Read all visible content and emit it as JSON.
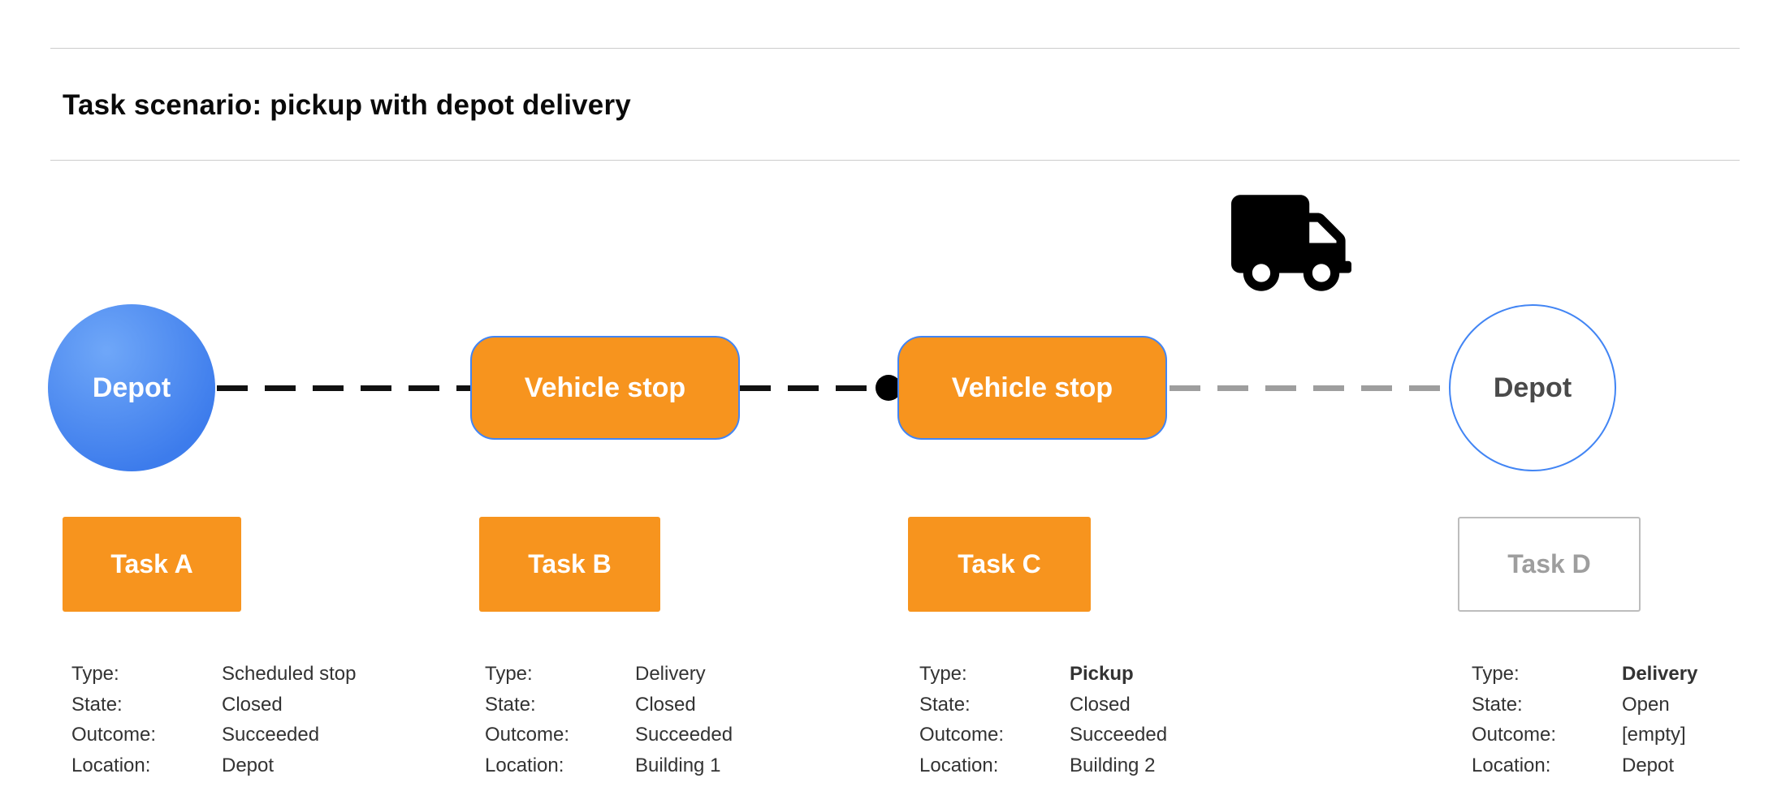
{
  "header": {
    "title": "Task scenario: pickup with depot delivery"
  },
  "diagram": {
    "nodes": [
      {
        "label": "Depot",
        "shape": "circle",
        "style": "blue-filled"
      },
      {
        "label": "Vehicle stop",
        "shape": "rounded-rect",
        "style": "orange"
      },
      {
        "label": "Vehicle stop",
        "shape": "rounded-rect",
        "style": "orange"
      },
      {
        "label": "Depot",
        "shape": "circle",
        "style": "outlined"
      }
    ],
    "edges": [
      {
        "from": "depot-start",
        "to": "vehicle-stop-1",
        "style": "black-dashed"
      },
      {
        "from": "vehicle-stop-1",
        "to": "vehicle-stop-2",
        "style": "black-dashed",
        "waypoint_dot": true
      },
      {
        "from": "vehicle-stop-2",
        "to": "depot-end",
        "style": "gray-dashed"
      }
    ],
    "truck_icon": "truck-icon"
  },
  "field_labels": {
    "type": "Type:",
    "state": "State:",
    "outcome": "Outcome:",
    "location": "Location:"
  },
  "tasks": [
    {
      "label": "Task A",
      "style": "orange",
      "details": {
        "type": "Scheduled stop",
        "state": "Closed",
        "outcome": "Succeeded",
        "location": "Depot"
      }
    },
    {
      "label": "Task B",
      "style": "orange",
      "details": {
        "type": "Delivery",
        "state": "Closed",
        "outcome": "Succeeded",
        "location": "Building 1"
      }
    },
    {
      "label": "Task C",
      "style": "orange",
      "details": {
        "type": "Pickup",
        "state": "Closed",
        "outcome": "Succeeded",
        "location": "Building 2"
      }
    },
    {
      "label": "Task D",
      "style": "outlined",
      "details": {
        "type": "Delivery",
        "state": "Open",
        "outcome": "[empty]",
        "location": "Depot"
      }
    }
  ],
  "colors": {
    "orange": "#F7941E",
    "blue": "#4285F4",
    "depot_blue_light": "#6FA7F8",
    "depot_blue": "#3D7CEC",
    "edge_black": "#111111",
    "edge_gray": "#9E9E9E",
    "muted_text": "#9E9E9E",
    "muted_border": "#BDBDBD",
    "text": "#333333"
  }
}
